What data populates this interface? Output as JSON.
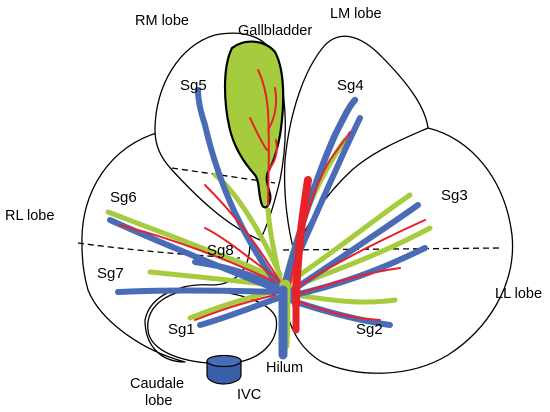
{
  "labels": {
    "rm_lobe": "RM lobe",
    "lm_lobe": "LM lobe",
    "rl_lobe": "RL lobe",
    "ll_lobe": "LL lobe",
    "caudate_lobe_line1": "Caudale",
    "caudate_lobe_line2": "lobe",
    "gallbladder": "Gallbladder",
    "hilum": "Hilum",
    "ivc": "IVC"
  },
  "segments": {
    "sg1": "Sg1",
    "sg2": "Sg2",
    "sg3": "Sg3",
    "sg4": "Sg4",
    "sg5": "Sg5",
    "sg6": "Sg6",
    "sg7": "Sg7",
    "sg8": "Sg8"
  },
  "colors": {
    "portal_vein": "#4a6bb5",
    "hepatic_artery": "#e8222a",
    "bile_duct": "#a4cc3c",
    "gallbladder_fill": "#a4cc3c",
    "ivc_fill": "#3b5ea8",
    "outline": "#000000"
  }
}
